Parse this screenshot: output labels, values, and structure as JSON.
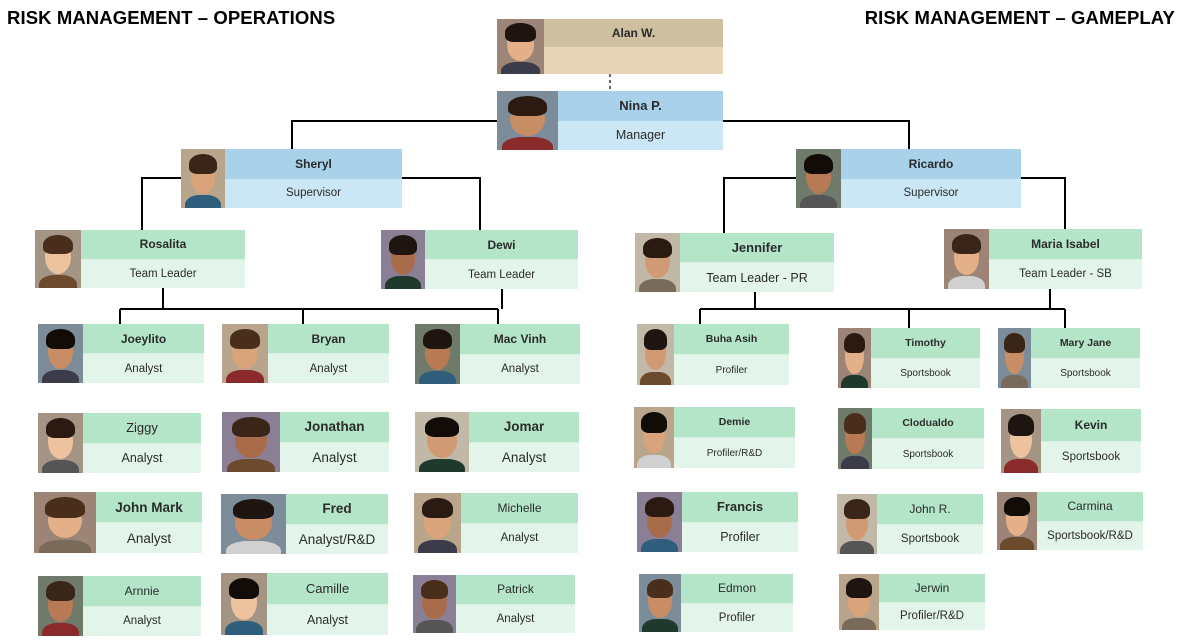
{
  "headers": {
    "left": "RISK MANAGEMENT – OPERATIONS",
    "right": "RISK MANAGEMENT – GAMEPLAY"
  },
  "people": {
    "alan": {
      "name": "Alan W.",
      "role": ""
    },
    "nina": {
      "name": "Nina P.",
      "role": "Manager"
    },
    "sheryl": {
      "name": "Sheryl",
      "role": "Supervisor"
    },
    "ricardo": {
      "name": "Ricardo",
      "role": "Supervisor"
    },
    "rosalita": {
      "name": "Rosalita",
      "role": "Team Leader"
    },
    "dewi": {
      "name": "Dewi",
      "role": "Team Leader"
    },
    "jennifer": {
      "name": "Jennifer",
      "role": "Team Leader - PR"
    },
    "maria_isabel": {
      "name": "Maria Isabel",
      "role": "Team Leader - SB"
    },
    "joeylito": {
      "name": "Joeylito",
      "role": "Analyst"
    },
    "bryan": {
      "name": "Bryan",
      "role": "Analyst"
    },
    "mac_vinh": {
      "name": "Mac Vinh",
      "role": "Analyst"
    },
    "ziggy": {
      "name": "Ziggy",
      "role": "Analyst"
    },
    "jonathan": {
      "name": "Jonathan",
      "role": "Analyst"
    },
    "jomar": {
      "name": "Jomar",
      "role": "Analyst"
    },
    "john_mark": {
      "name": "John Mark",
      "role": "Analyst"
    },
    "fred": {
      "name": "Fred",
      "role": "Analyst/R&D"
    },
    "michelle": {
      "name": "Michelle",
      "role": "Analyst"
    },
    "arnnie": {
      "name": "Arnnie",
      "role": "Analyst"
    },
    "camille": {
      "name": "Camille",
      "role": "Analyst"
    },
    "patrick": {
      "name": "Patrick",
      "role": "Analyst"
    },
    "buha_asih": {
      "name": "Buha Asih",
      "role": "Profiler"
    },
    "timothy": {
      "name": "Timothy",
      "role": "Sportsbook"
    },
    "mary_jane": {
      "name": "Mary Jane",
      "role": "Sportsbook"
    },
    "demie": {
      "name": "Demie",
      "role": "Profiler/R&D"
    },
    "clodualdo": {
      "name": "Clodualdo",
      "role": "Sportsbook"
    },
    "kevin": {
      "name": "Kevin",
      "role": "Sportsbook"
    },
    "francis": {
      "name": "Francis",
      "role": "Profiler"
    },
    "john_r": {
      "name": "John R.",
      "role": "Sportsbook"
    },
    "carmina": {
      "name": "Carmina",
      "role": "Sportsbook/R&D"
    },
    "edmon": {
      "name": "Edmon",
      "role": "Profiler"
    },
    "jerwin": {
      "name": "Jerwin",
      "role": "Profiler/R&D"
    }
  },
  "colors": {
    "green_name": "#b4e5c8",
    "green_role": "#e3f4ea",
    "blue_name": "#a9d2ea",
    "blue_role": "#cbe6f4",
    "tan_name": "#cdbf9f",
    "tan_role": "#e8d5b7",
    "connector": "#000000"
  }
}
